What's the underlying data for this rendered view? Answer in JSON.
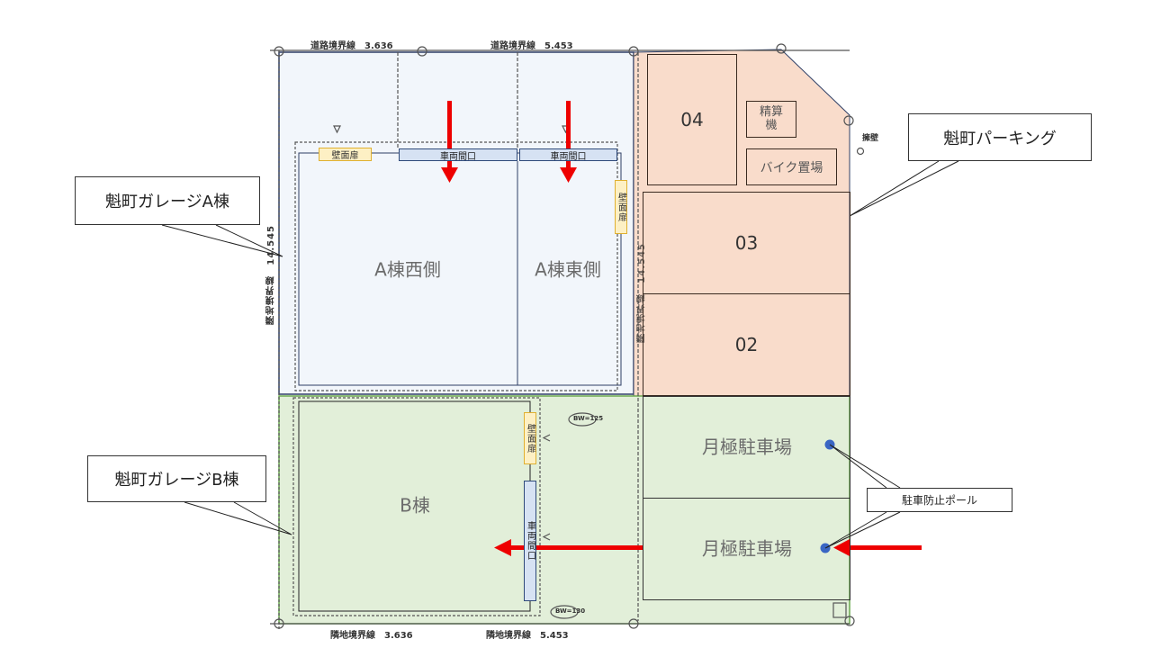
{
  "survey": {
    "top_left": "道路境界線　3.636",
    "top_right": "道路境界線　5.453",
    "bottom_left": "隣地境界線　3.636",
    "bottom_right": "隣地境界線　5.453",
    "left_side": "隣地境界線　14.545",
    "right_side": "隣地境界線　14.545",
    "retaining_wall": "擁壁",
    "bw1": "BW=125",
    "bw2": "BW=130"
  },
  "building_a": {
    "west": "A棟西側",
    "east": "A棟東側",
    "door_top": "壁面扉",
    "door_right": "壁面扉",
    "gate_west": "車両間口",
    "gate_east": "車両間口"
  },
  "parking": {
    "spot_04": "04",
    "spot_03": "03",
    "spot_02": "02",
    "payment": "精算機",
    "bike": "バイク置場"
  },
  "building_b": {
    "label": "B棟",
    "door": "壁面扉",
    "gate": "車両間口"
  },
  "monthly": {
    "upper": "月極駐車場",
    "lower": "月極駐車場"
  },
  "callouts": {
    "garage_a": "魁町ガレージA棟",
    "parking": "魁町パーキング",
    "garage_b": "魁町ガレージB棟",
    "pole": "駐車防止ポール"
  },
  "colors": {
    "building_a_fill": "#f2f6fb",
    "parking_fill": "#f9dccb",
    "green_fill": "#e2efd9",
    "arrow": "#ee0000",
    "pole": "#3a66c4"
  }
}
